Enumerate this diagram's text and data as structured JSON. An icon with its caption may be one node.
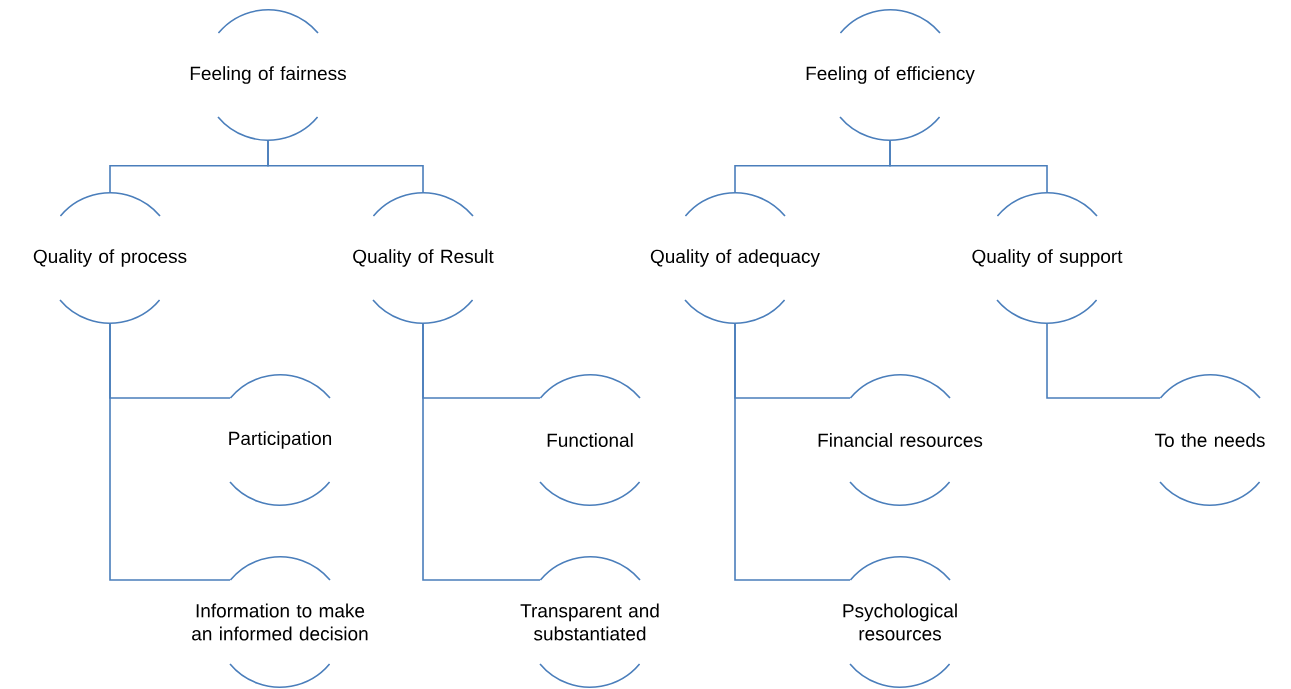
{
  "diagram": {
    "nodes": [
      {
        "text": [
          "Feeling of fairness"
        ]
      },
      {
        "text": [
          "Feeling of efficiency"
        ]
      },
      {
        "text": [
          "Quality of process"
        ]
      },
      {
        "text": [
          "Quality of Result"
        ]
      },
      {
        "text": [
          "Quality of adequacy"
        ]
      },
      {
        "text": [
          "Quality of support"
        ]
      },
      {
        "text": [
          "Participation"
        ]
      },
      {
        "text": [
          "Functional"
        ]
      },
      {
        "text": [
          "Financial resources"
        ]
      },
      {
        "text": [
          "To the needs"
        ]
      },
      {
        "text": [
          "Information to make an informed decision"
        ]
      },
      {
        "text": [
          "Transparent and substantiated"
        ]
      },
      {
        "text": [
          "Psychological resources"
        ]
      }
    ],
    "edges": [
      {
        "from": 0,
        "to": 2,
        "arrow": "none"
      },
      {
        "from": 0,
        "to": 3,
        "arrow": "none"
      },
      {
        "from": 1,
        "to": 4,
        "arrow": "none"
      },
      {
        "from": 1,
        "to": 5,
        "arrow": "none"
      },
      {
        "from": 2,
        "to": 6,
        "arrow": "none"
      },
      {
        "from": 2,
        "to": 10,
        "arrow": "none"
      },
      {
        "from": 3,
        "to": 7,
        "arrow": "none"
      },
      {
        "from": 3,
        "to": 11,
        "arrow": "none"
      },
      {
        "from": 4,
        "to": 8,
        "arrow": "none"
      },
      {
        "from": 4,
        "to": 12,
        "arrow": "none"
      },
      {
        "from": 5,
        "to": 9,
        "arrow": "none"
      }
    ]
  }
}
